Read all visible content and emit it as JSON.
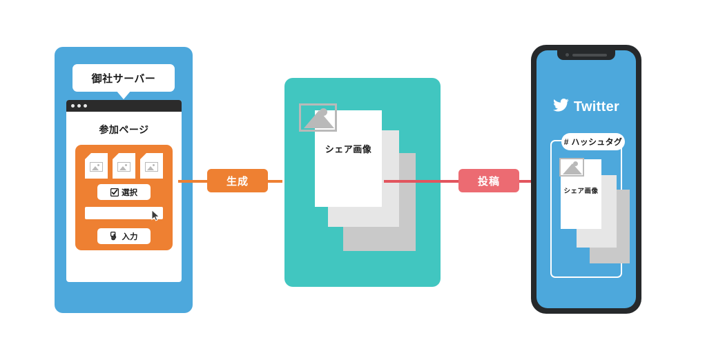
{
  "diagram": {
    "server": {
      "callout_label": "御社サーバー",
      "page_heading": "参加ページ",
      "select_button_label": "選択",
      "input_button_label": "入力",
      "text_field_value": "",
      "doc_count": 3,
      "icons": {
        "select": "checkbox-checked-icon",
        "input": "pointing-hand-icon",
        "cursor": "mouse-cursor-icon"
      },
      "color": "#4da8dc",
      "form_color": "#ee8032"
    },
    "arrow_generate": {
      "label": "生成",
      "color": "#ee8032"
    },
    "share": {
      "card_label": "シェア画像",
      "card_count": 3,
      "color": "#41c6c0"
    },
    "arrow_post": {
      "label": "投稿",
      "color": "#e2555e"
    },
    "phone": {
      "app_name": "Twitter",
      "app_icon": "twitter-bird-icon",
      "hashtag_label": "# ハッシュタグ",
      "card_label": "シェア画像",
      "card_count": 3,
      "screen_color": "#4da8dc",
      "frame_color": "#26292b"
    }
  }
}
